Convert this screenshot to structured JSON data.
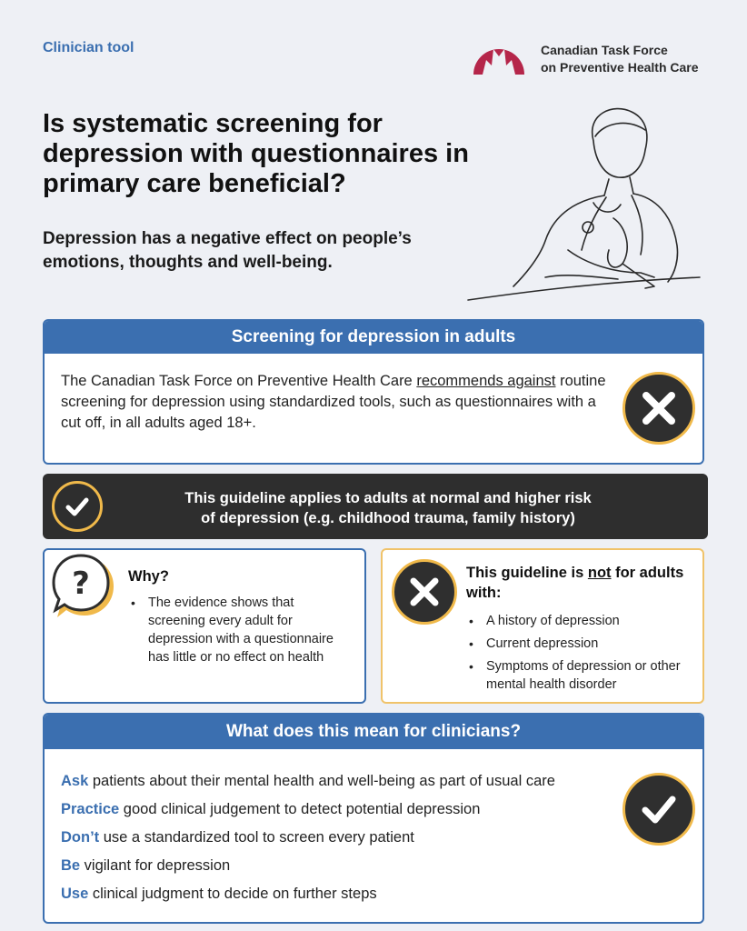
{
  "header": {
    "clinician_tool": "Clinician tool",
    "org_line1": "Canadian Task Force",
    "org_line2": "on Preventive Health Care"
  },
  "headline": "Is systematic screening for depression with questionnaires in primary care beneficial?",
  "subhead": "Depression has a negative effect on people’s emotions, thoughts and well-being.",
  "screening": {
    "title": "Screening for depression in adults",
    "text_before": "The Canadian Task Force on Preventive Health Care ",
    "text_underlined": "recommends against",
    "text_after": " routine screening for depression using standardized tools, such as questionnaires with a cut off, in all adults aged 18+."
  },
  "applies": {
    "line1": "This guideline applies to adults at normal and higher risk",
    "line2": "of depression (e.g. childhood trauma, family history)"
  },
  "why": {
    "title": "Why?",
    "bullets": [
      "The evidence shows that screening every adult for depression with a questionnaire has little or no effect on health"
    ]
  },
  "not_for": {
    "title_before": "This guideline is ",
    "title_underlined": "not",
    "title_after": " for adults with:",
    "bullets": [
      "A history of depression",
      "Current depression",
      "Symptoms of depression or other mental health disorder"
    ]
  },
  "clinicians": {
    "title": "What does this mean for clinicians?",
    "items": [
      {
        "keyword": "Ask",
        "rest": " patients about their mental health and well-being as part of usual care"
      },
      {
        "keyword": "Practice",
        "rest": " good clinical judgement to detect potential depression"
      },
      {
        "keyword": "Don’t",
        "rest": " use a standardized tool to screen every patient"
      },
      {
        "keyword": "Be",
        "rest": " vigilant for depression"
      },
      {
        "keyword": "Use",
        "rest": " clinical judgment to decide on further steps"
      }
    ]
  },
  "colors": {
    "brand_blue": "#3b6fb0",
    "dark": "#2e2e2e",
    "accent_gold": "#f0b94a",
    "logo_red": "#b5264a"
  },
  "icons": {
    "logo": "maple-leaf-logo",
    "x": "x-circle-icon",
    "check": "check-circle-icon",
    "question": "question-bubble-icon"
  }
}
